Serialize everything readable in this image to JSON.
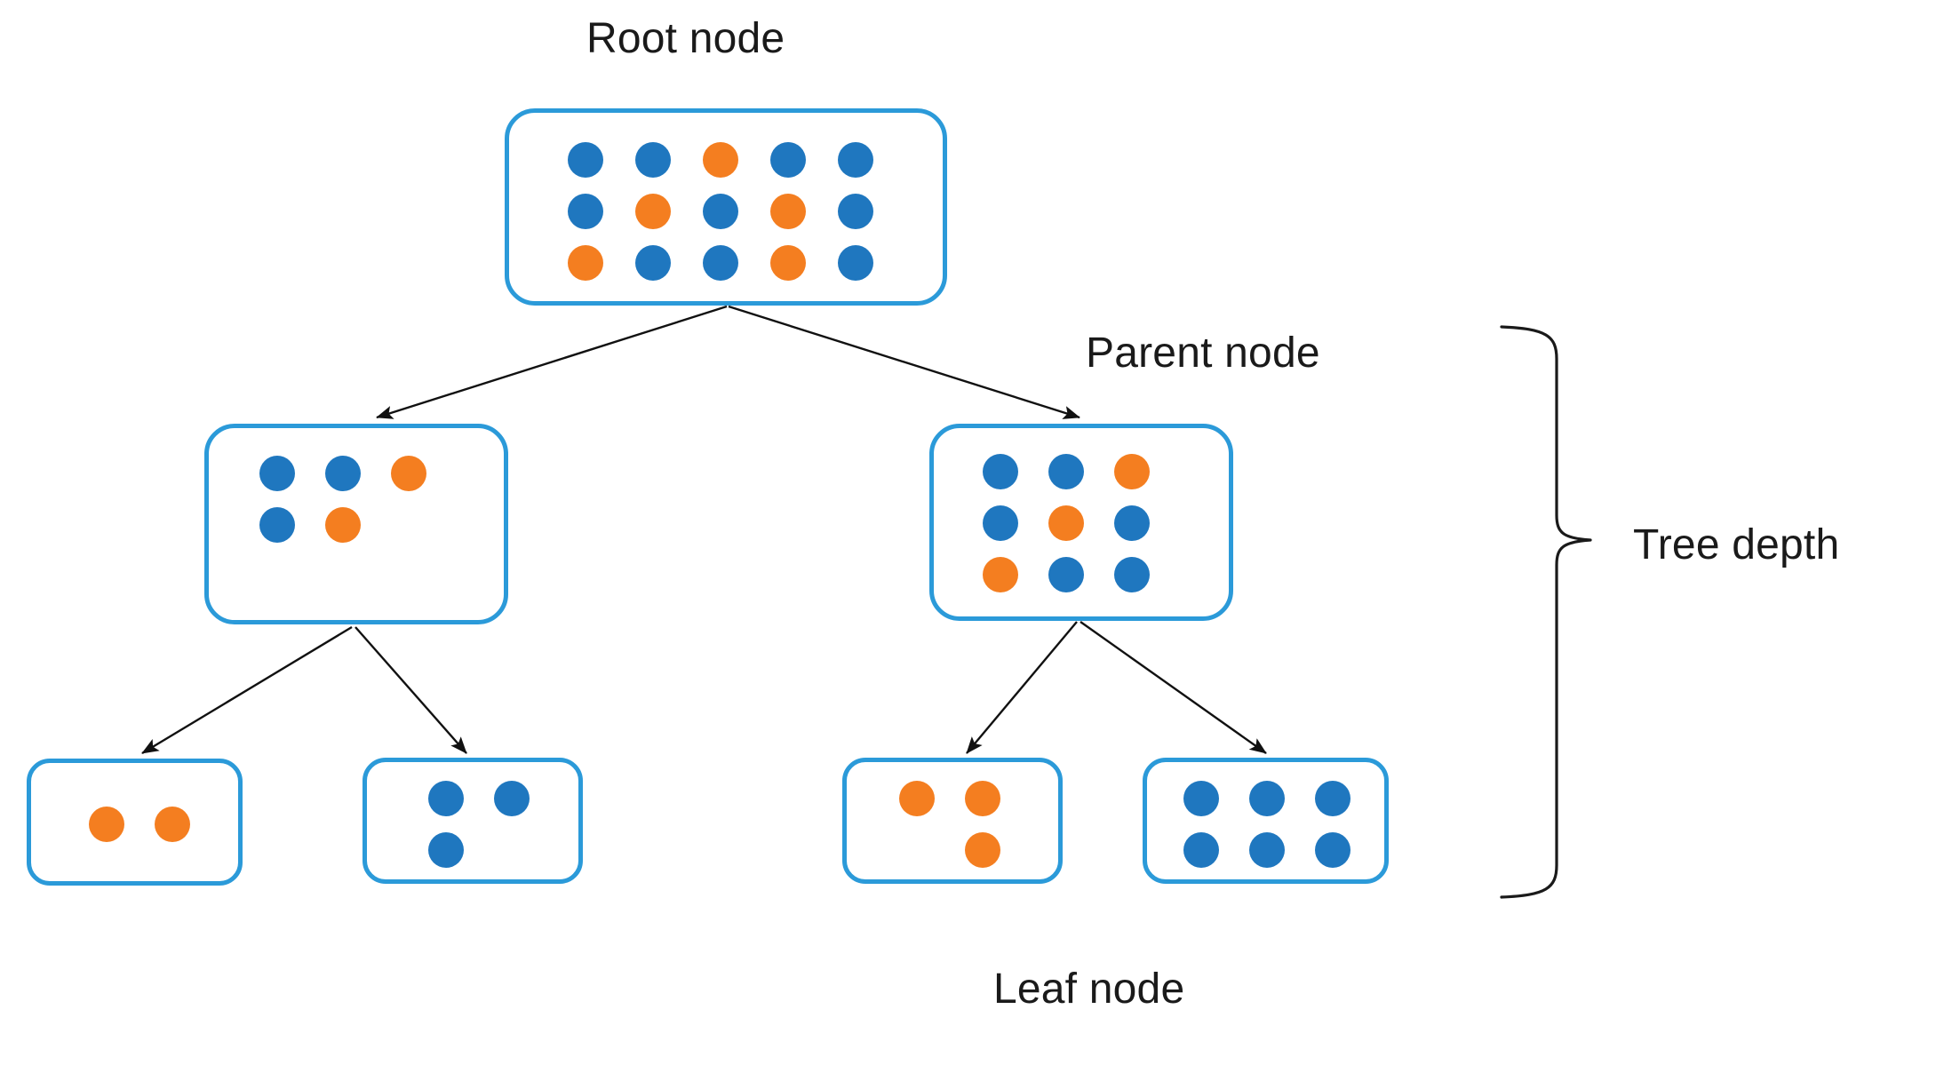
{
  "diagram": {
    "title_labels": {
      "root": "Root node",
      "parent": "Parent node",
      "leaf": "Leaf node",
      "depth": "Tree depth"
    },
    "colors": {
      "class_a": "#1f77bf",
      "class_b": "#f47e20",
      "node_border": "#2b9ad9",
      "arrow": "#111111",
      "text": "#1a1a1a",
      "background": "#ffffff"
    },
    "nodes": [
      {
        "id": "root",
        "role": "root node",
        "cols": 5,
        "rows": 3,
        "counts": {
          "blue": 10,
          "orange": 5,
          "total": 15
        },
        "samples": [
          [
            "blue",
            "blue",
            "orange",
            "blue",
            "blue"
          ],
          [
            "blue",
            "orange",
            "blue",
            "orange",
            "blue"
          ],
          [
            "orange",
            "blue",
            "blue",
            "orange",
            "blue"
          ]
        ]
      },
      {
        "id": "parent-left",
        "role": "parent node",
        "cols": 3,
        "rows": 2,
        "counts": {
          "blue": 3,
          "orange": 2,
          "total": 5
        },
        "samples": [
          [
            "blue",
            "blue",
            "orange"
          ],
          [
            "blue",
            "orange",
            "empty"
          ]
        ]
      },
      {
        "id": "parent-right",
        "role": "parent node",
        "cols": 3,
        "rows": 3,
        "counts": {
          "blue": 6,
          "orange": 3,
          "total": 9
        },
        "samples": [
          [
            "blue",
            "blue",
            "orange"
          ],
          [
            "blue",
            "orange",
            "blue"
          ],
          [
            "orange",
            "blue",
            "blue"
          ]
        ]
      },
      {
        "id": "leaf-1",
        "role": "leaf node",
        "cols": 2,
        "rows": 1,
        "counts": {
          "blue": 0,
          "orange": 2,
          "total": 2
        },
        "samples": [
          [
            "orange",
            "orange"
          ]
        ]
      },
      {
        "id": "leaf-2",
        "role": "leaf node",
        "cols": 2,
        "rows": 2,
        "counts": {
          "blue": 3,
          "orange": 0,
          "total": 3
        },
        "samples": [
          [
            "blue",
            "blue"
          ],
          [
            "blue",
            "empty"
          ]
        ]
      },
      {
        "id": "leaf-3",
        "role": "leaf node",
        "cols": 2,
        "rows": 2,
        "counts": {
          "blue": 0,
          "orange": 3,
          "total": 3
        },
        "samples": [
          [
            "orange",
            "orange"
          ],
          [
            "empty",
            "orange"
          ]
        ]
      },
      {
        "id": "leaf-4",
        "role": "leaf node",
        "cols": 3,
        "rows": 2,
        "counts": {
          "blue": 6,
          "orange": 0,
          "total": 6
        },
        "samples": [
          [
            "blue",
            "blue",
            "blue"
          ],
          [
            "blue",
            "blue",
            "blue"
          ]
        ]
      }
    ],
    "edges": [
      {
        "from": "root",
        "to": "parent-left"
      },
      {
        "from": "root",
        "to": "parent-right"
      },
      {
        "from": "parent-left",
        "to": "leaf-1"
      },
      {
        "from": "parent-left",
        "to": "leaf-2"
      },
      {
        "from": "parent-right",
        "to": "leaf-3"
      },
      {
        "from": "parent-right",
        "to": "leaf-4"
      }
    ],
    "depth_bracket": {
      "levels": 3,
      "label": "Tree depth"
    }
  }
}
